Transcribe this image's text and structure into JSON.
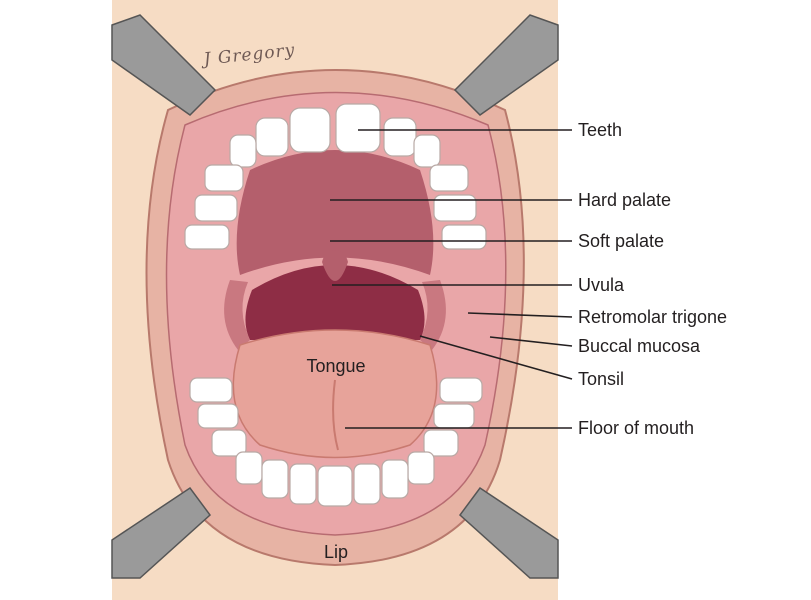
{
  "signature": "J Gregory",
  "inner_labels": {
    "tongue": "Tongue",
    "lip": "Lip"
  },
  "callouts": [
    {
      "key": "teeth",
      "text": "Teeth"
    },
    {
      "key": "hard_palate",
      "text": "Hard palate"
    },
    {
      "key": "soft_palate",
      "text": "Soft palate"
    },
    {
      "key": "uvula",
      "text": "Uvula"
    },
    {
      "key": "retromolar_trigone",
      "text": "Retromolar trigone"
    },
    {
      "key": "buccal_mucosa",
      "text": "Buccal mucosa"
    },
    {
      "key": "tonsil",
      "text": "Tonsil"
    },
    {
      "key": "floor_of_mouth",
      "text": "Floor of mouth"
    }
  ],
  "colors": {
    "skin": "#f6dcc4",
    "lip": "#e7b3a4",
    "mucosa": "#e9a6a8",
    "palate": "#b45f6c",
    "throat": "#8e2d45",
    "tongue": "#e7a39a",
    "teeth": "#ffffff",
    "retractor": "#9a9a9a"
  }
}
